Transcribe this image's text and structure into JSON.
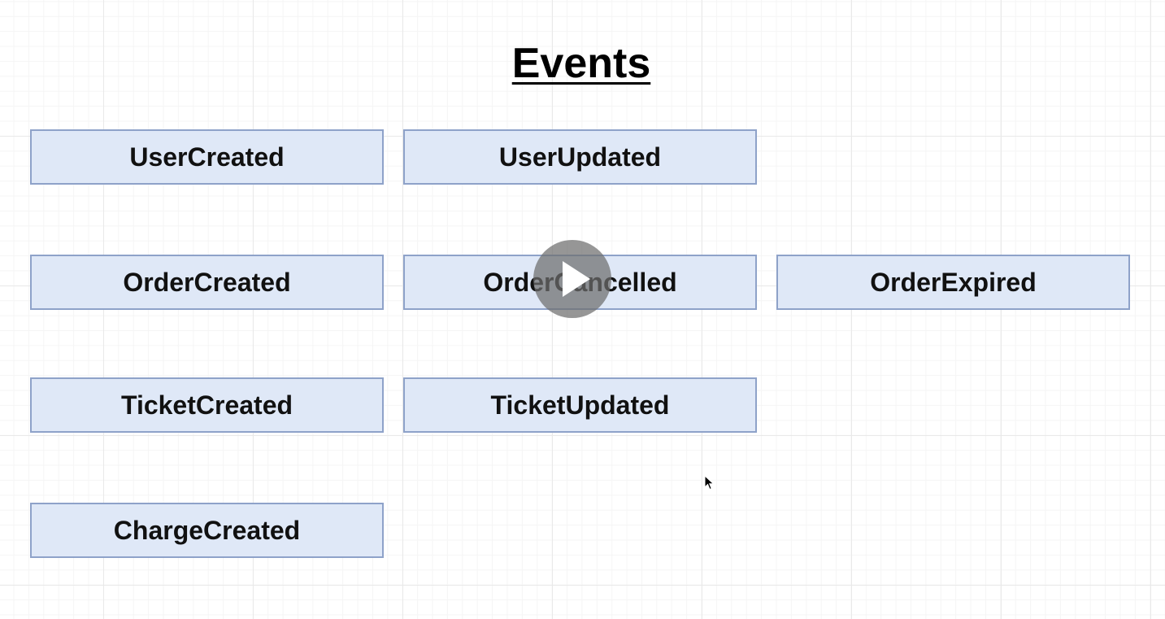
{
  "title": "Events",
  "events": [
    {
      "label": "UserCreated"
    },
    {
      "label": "UserUpdated"
    },
    {
      "label": "OrderCreated"
    },
    {
      "label": "OrderCancelled"
    },
    {
      "label": "OrderExpired"
    },
    {
      "label": "TicketCreated"
    },
    {
      "label": "TicketUpdated"
    },
    {
      "label": "ChargeCreated"
    }
  ],
  "icons": {
    "play": "play-icon",
    "cursor": "mouse-pointer-icon"
  },
  "colors": {
    "box_fill": "#dfe8f7",
    "box_border": "#8ea2c9",
    "text": "#111111"
  }
}
